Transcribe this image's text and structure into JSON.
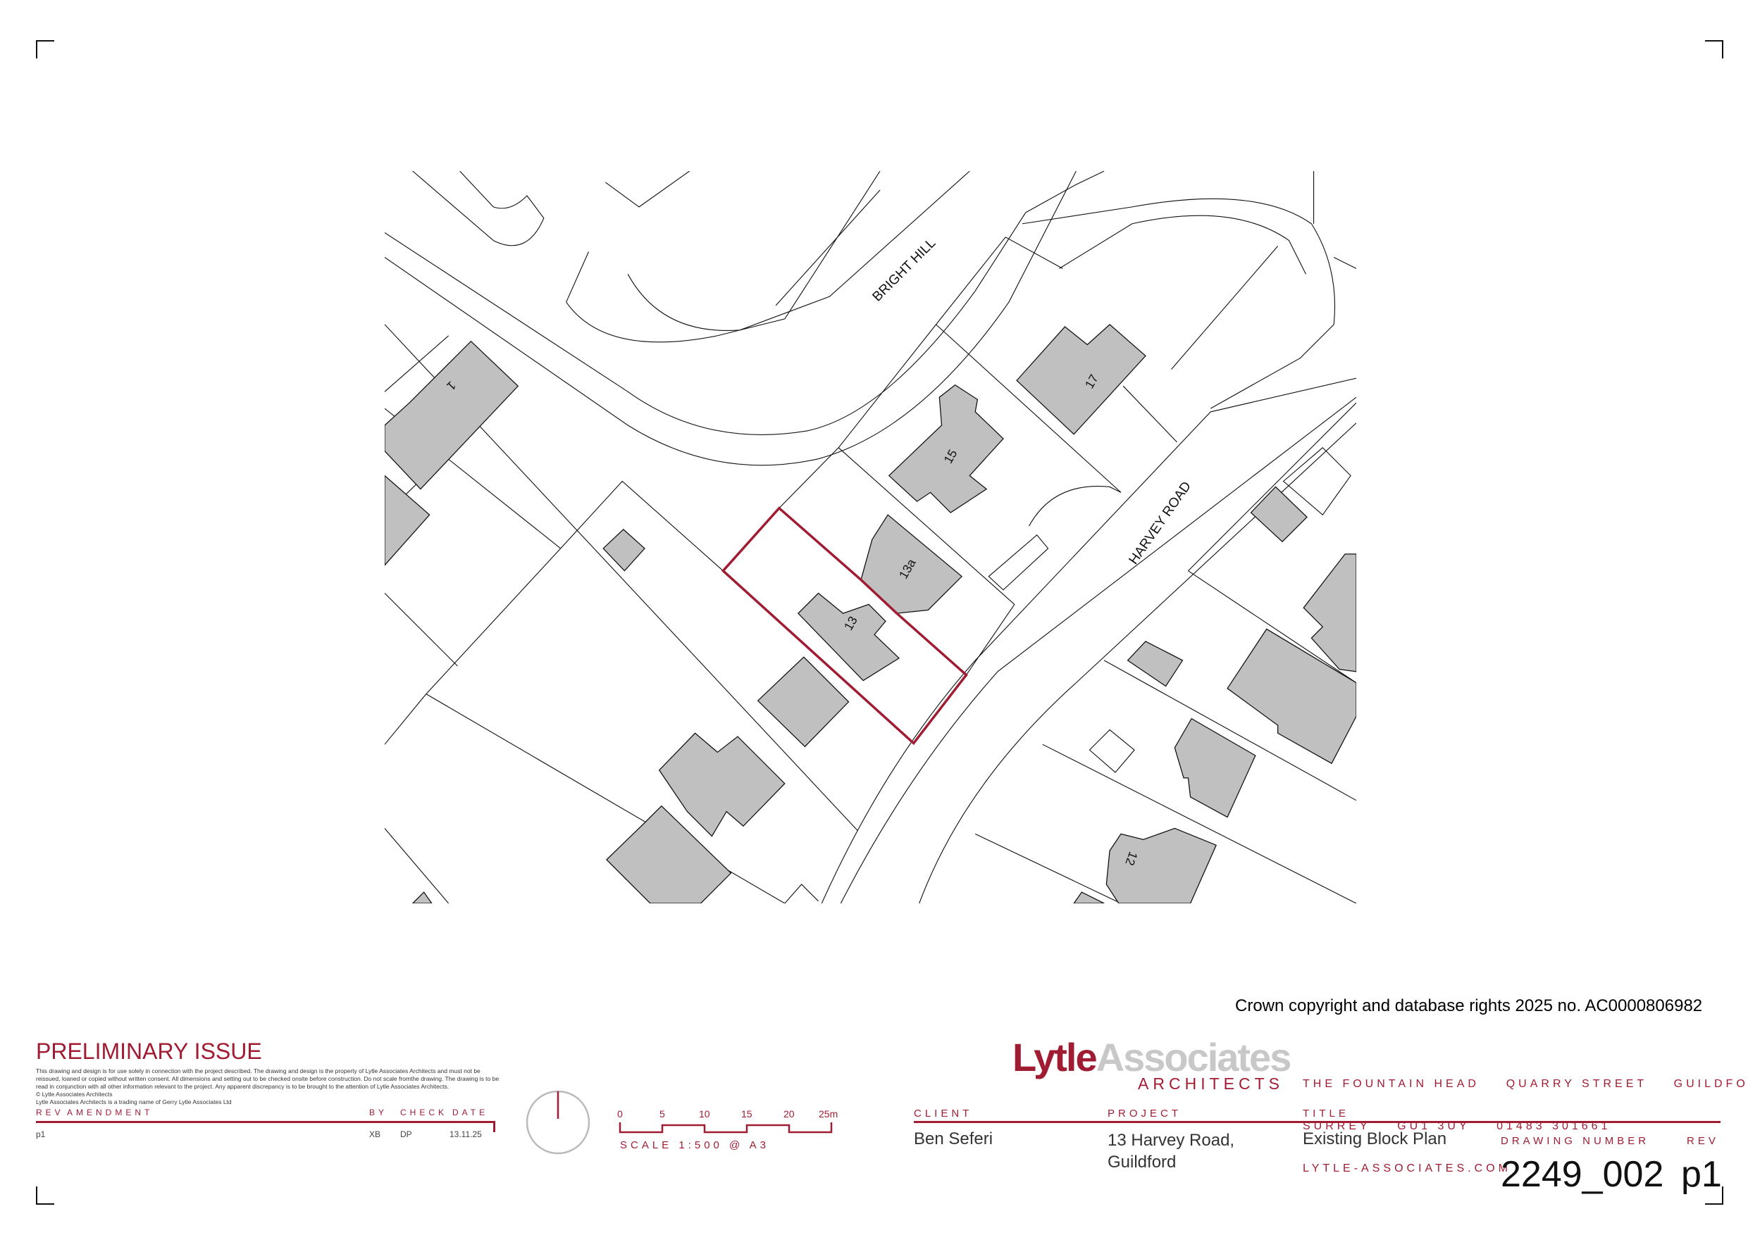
{
  "map": {
    "road_labels": {
      "bright_hill": "BRIGHT HILL",
      "harvey_road": "HARVEY ROAD"
    },
    "house_numbers": {
      "h1": "1",
      "h15": "15",
      "h17": "17",
      "h13": "13",
      "h13a": "13a",
      "h12": "12"
    },
    "colors": {
      "building_fill": "#c0c0c0",
      "boundary": "#a01c32"
    }
  },
  "copyright": "Crown copyright and database rights 2025 no. AC0000806982",
  "status": "PRELIMINARY ISSUE",
  "disclaimer": {
    "main": "This drawing and design is for use solely in connection with the project described. The drawing and design is the property of Lytle Associates Architects and must not be reissued, loaned or copied without written consent. All dimensions and setting out to be checked onsite before construction. Do not scale fromthe drawing. The drawing is to be read in conjunction with all other information relevant to the project. Any apparent discrepancy is to be brought to the attention of Lytle Associates Architects.",
    "copyright": "© Lytle Associates Architects",
    "trading": "Lytle Associates Architects is a trading name of Gerry Lytle Associates Ltd"
  },
  "revisions": {
    "headers": {
      "rev": "REV",
      "amendment": "AMENDMENT",
      "by": "BY",
      "check": "CHECK",
      "date": "DATE"
    },
    "rows": [
      {
        "rev": "p1",
        "amendment": "",
        "by": "XB",
        "check": "DP",
        "date": "13.11.25"
      }
    ]
  },
  "scale_bar": {
    "ticks": [
      "0",
      "5",
      "10",
      "15",
      "20",
      "25m"
    ],
    "label": "SCALE 1:500 @ A3"
  },
  "logo": {
    "lytle": "Lytle",
    "associates": "Associates",
    "architects": "ARCHITECTS"
  },
  "address": {
    "line1": "THE FOUNTAIN HEAD    QUARRY STREET    GUILDFORD",
    "line2": "SURREY    GU1 3UY    01483 301661",
    "line3": "LYTLE-ASSOCIATES.COM"
  },
  "client": {
    "label": "CLIENT",
    "value": "Ben Seferi"
  },
  "project": {
    "label": "PROJECT",
    "line1": "13 Harvey Road,",
    "line2": "Guildford"
  },
  "title": {
    "label": "TITLE",
    "value": "Existing Block Plan"
  },
  "drawing_number": {
    "label": "DRAWING NUMBER",
    "value": "2249_002"
  },
  "rev": {
    "label": "REV",
    "value": "p1"
  }
}
